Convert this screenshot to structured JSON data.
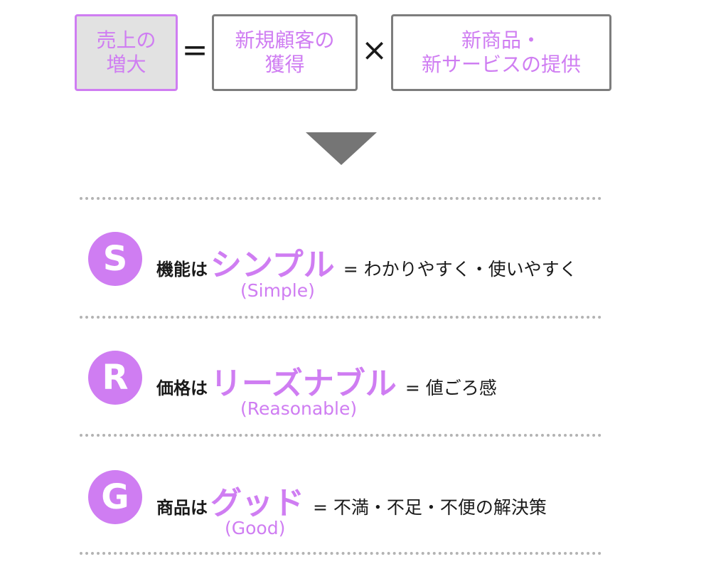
{
  "colors": {
    "accent": "#cf7df2",
    "box_border": "#7d7d7d",
    "box_highlight_bg": "#e2e2e2",
    "arrow": "#757575",
    "separator": "#b3b3b3",
    "text": "#1a1a1a"
  },
  "formula": {
    "sales_increase": [
      "売上の",
      "増大"
    ],
    "equals": "=",
    "new_customers": [
      "新規顧客の",
      "獲得"
    ],
    "times": "×",
    "new_products": [
      "新商品・",
      "新サービスの提供"
    ]
  },
  "srg": [
    {
      "letter": "S",
      "subject": "機能は",
      "keyword": "シンプル",
      "english": "(Simple)",
      "meaning": "= わかりやすく・使いやすく"
    },
    {
      "letter": "R",
      "subject": "価格は",
      "keyword": "リーズナブル",
      "english": "(Reasonable)",
      "meaning": "= 値ごろ感"
    },
    {
      "letter": "G",
      "subject": "商品は",
      "keyword": "グッド",
      "english": "(Good)",
      "meaning": "= 不満・不足・不便の解決策"
    }
  ]
}
